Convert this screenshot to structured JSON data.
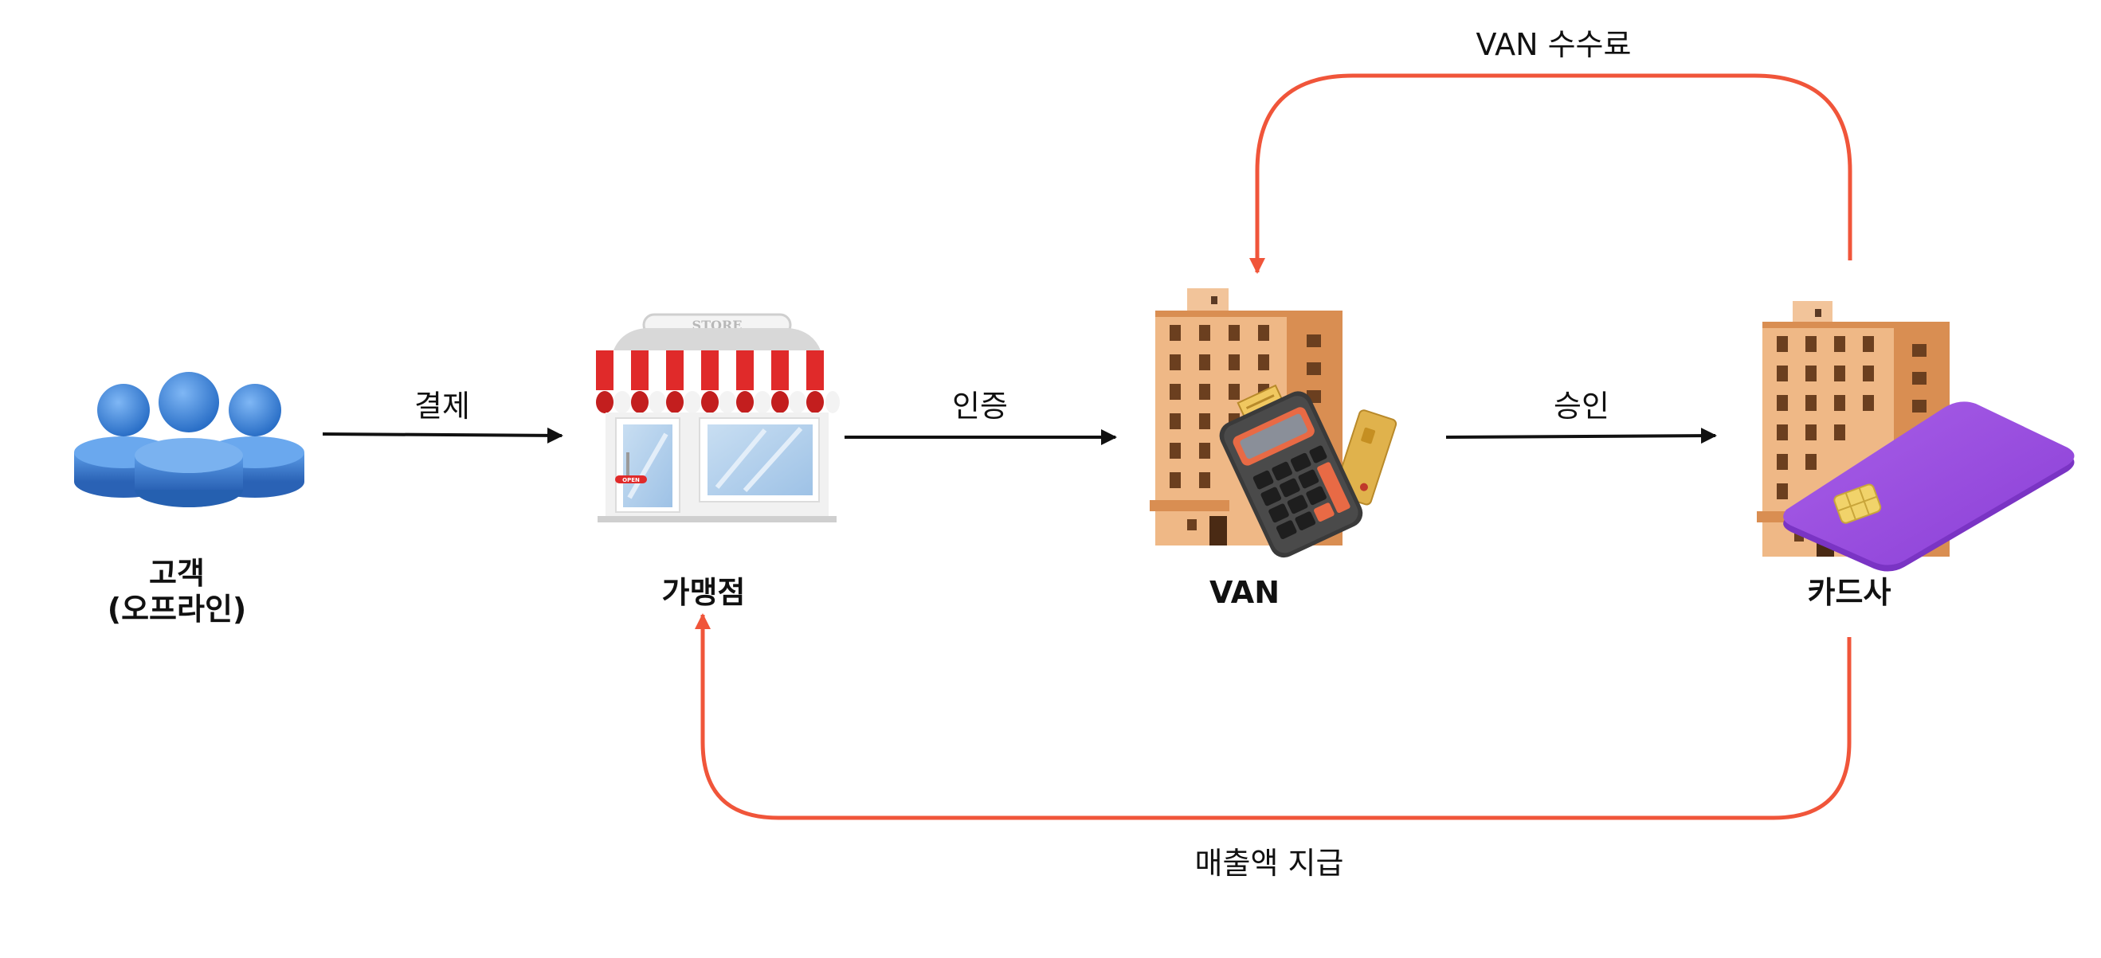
{
  "nodes": {
    "customer": {
      "line1": "고객",
      "line2": "(오프라인)",
      "icon": "users-icon"
    },
    "merchant": {
      "label": "가맹점",
      "icon": "store-icon",
      "sign": "STORE",
      "door_sign": "OPEN"
    },
    "van": {
      "label": "VAN",
      "icon": "building-pos-terminal-icon"
    },
    "card_company": {
      "label": "카드사",
      "icon": "building-credit-card-icon"
    }
  },
  "edges": {
    "payment": {
      "label": "결제",
      "from": "고객",
      "to": "가맹점"
    },
    "authentication": {
      "label": "인증",
      "from": "가맹점",
      "to": "VAN"
    },
    "approval": {
      "label": "승인",
      "from": "VAN",
      "to": "카드사"
    },
    "van_fee": {
      "label": "VAN 수수료",
      "from": "카드사",
      "to": "VAN"
    },
    "settlement": {
      "label": "매출액 지급",
      "from": "카드사",
      "to": "가맹점"
    }
  },
  "colors": {
    "flow_arrow": "#111111",
    "money_arrow": "#f0553a",
    "people_blue": "#3a7fd4",
    "awning_red": "#e02a2a",
    "building_orange": "#e9a56e",
    "card_purple": "#9b4fe0"
  }
}
